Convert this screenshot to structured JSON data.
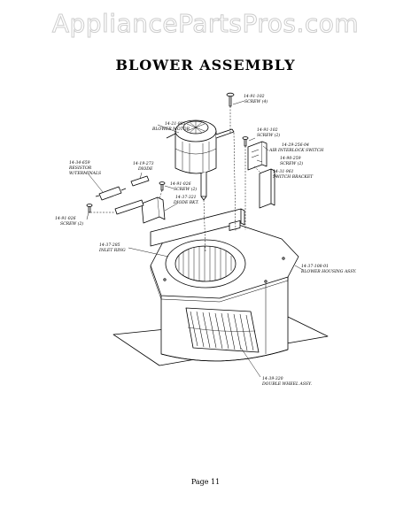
{
  "watermark": "AppliancePartsPros.com",
  "title": "BLOWER ASSEMBLY",
  "page": "Page 11",
  "parts": {
    "screw_top": {
      "number": "14-91-102",
      "name": "SCREW (4)"
    },
    "blower_motor": {
      "number": "14-21-885",
      "name": "BLOWER MOTOR"
    },
    "screw_right": {
      "number": "14-91-102",
      "name": "SCREW (2)"
    },
    "airlock_switch": {
      "number": "14-29-256-04",
      "name": "AIR INTERLOCK SWITCH"
    },
    "screw_switch": {
      "number": "14-90-259",
      "name": "SCREW (2)"
    },
    "switch_bracket": {
      "number": "14-31-961",
      "name": "SWITCH BRACKET"
    },
    "resistor": {
      "number": "14-34-659",
      "name": "RESISTOR",
      "name2": "W/TERMINALS"
    },
    "diode": {
      "number": "14-19-273",
      "name": "DIODE"
    },
    "screw_mid": {
      "number": "14-91-026",
      "name": "SCREW (2)"
    },
    "diode_bkt": {
      "number": "14-37-321",
      "name": "DIODE BKT."
    },
    "screw_left": {
      "number": "14-91-026",
      "name": "SCREW (2)"
    },
    "inlet_ring": {
      "number": "14-37-285",
      "name": "INLET RING"
    },
    "housing": {
      "number": "14-37-108-01",
      "name": "BLOWER HOUSING ASSY."
    },
    "wheel": {
      "number": "14-39-320",
      "name": "DOUBLE WHEEL ASSY."
    }
  }
}
